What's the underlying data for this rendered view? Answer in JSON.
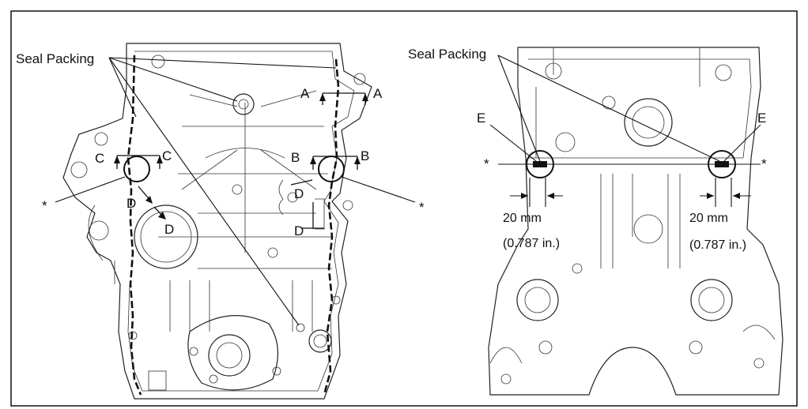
{
  "labels": {
    "left_seal_packing": "Seal Packing",
    "right_seal_packing": "Seal Packing",
    "section_a_left": "A",
    "section_a_right": "A",
    "section_b_left": "B",
    "section_b_right": "B",
    "section_c_left": "C",
    "section_c_right": "C",
    "detail_d_1": "D",
    "detail_d_2": "D",
    "detail_d_3": "D",
    "detail_d_4": "D",
    "detail_e_left": "E",
    "detail_e_right": "E",
    "asterisk_1": "*",
    "asterisk_2": "*",
    "asterisk_3": "*",
    "asterisk_4": "*",
    "dim_left_mm": "20 mm",
    "dim_left_in": "(0.787 in.)",
    "dim_right_mm": "20 mm",
    "dim_right_in": "(0.787 in.)"
  }
}
